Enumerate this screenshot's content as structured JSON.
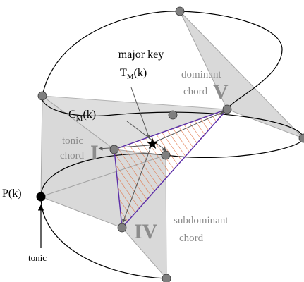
{
  "labels": {
    "major_key": "major key",
    "tm_main": "T",
    "tm_sub": "M",
    "tm_arg": "(k)",
    "cm_main": "C",
    "cm_sub": "M",
    "cm_arg": "(k)",
    "dominant": "dominant",
    "dominant_chord": "chord",
    "roman_V": "V",
    "tonic": "tonic",
    "tonic_chord": "chord",
    "roman_I": "I",
    "subdominant": "subdominant",
    "subdominant_chord": "chord",
    "roman_IV": "IV",
    "pitch": "P(k)",
    "tonic_pointer": "tonic"
  },
  "colors": {
    "triangle_fill": "#d9d9d9",
    "triangle_stroke": "#a6a6a6",
    "chord_label": "#8c8c8c",
    "major_key_outline": "#5b2da8",
    "hatch": "#e07040",
    "node": "#7f7f7f",
    "pitch_node": "#000000"
  },
  "icons": {
    "center": "star-icon"
  }
}
